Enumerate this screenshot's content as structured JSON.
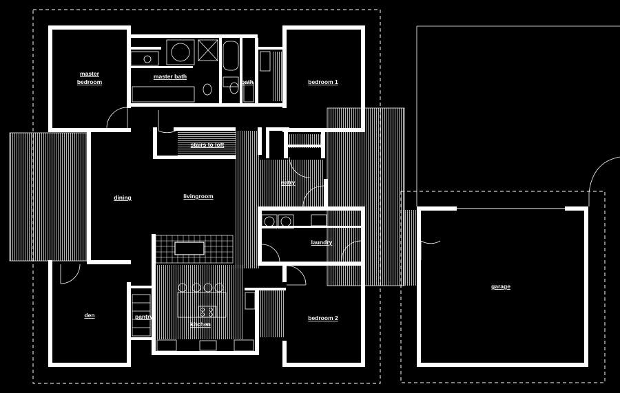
{
  "plan": {
    "background": "#000000",
    "line_color": "#ffffff",
    "rooms": {
      "master_bedroom": "master\nbedroom",
      "master_bath": "master bath",
      "bath": "bath",
      "bedroom_1": "bedroom 1",
      "stairs": "stairs to loft",
      "dining": "dining",
      "livingroom": "livingroom",
      "entry": "entry",
      "laundry": "laundry",
      "den": "den",
      "pantry": "pantry",
      "kitchen": "kitchen",
      "bedroom_2": "bedroom 2",
      "garage": "garage"
    }
  }
}
